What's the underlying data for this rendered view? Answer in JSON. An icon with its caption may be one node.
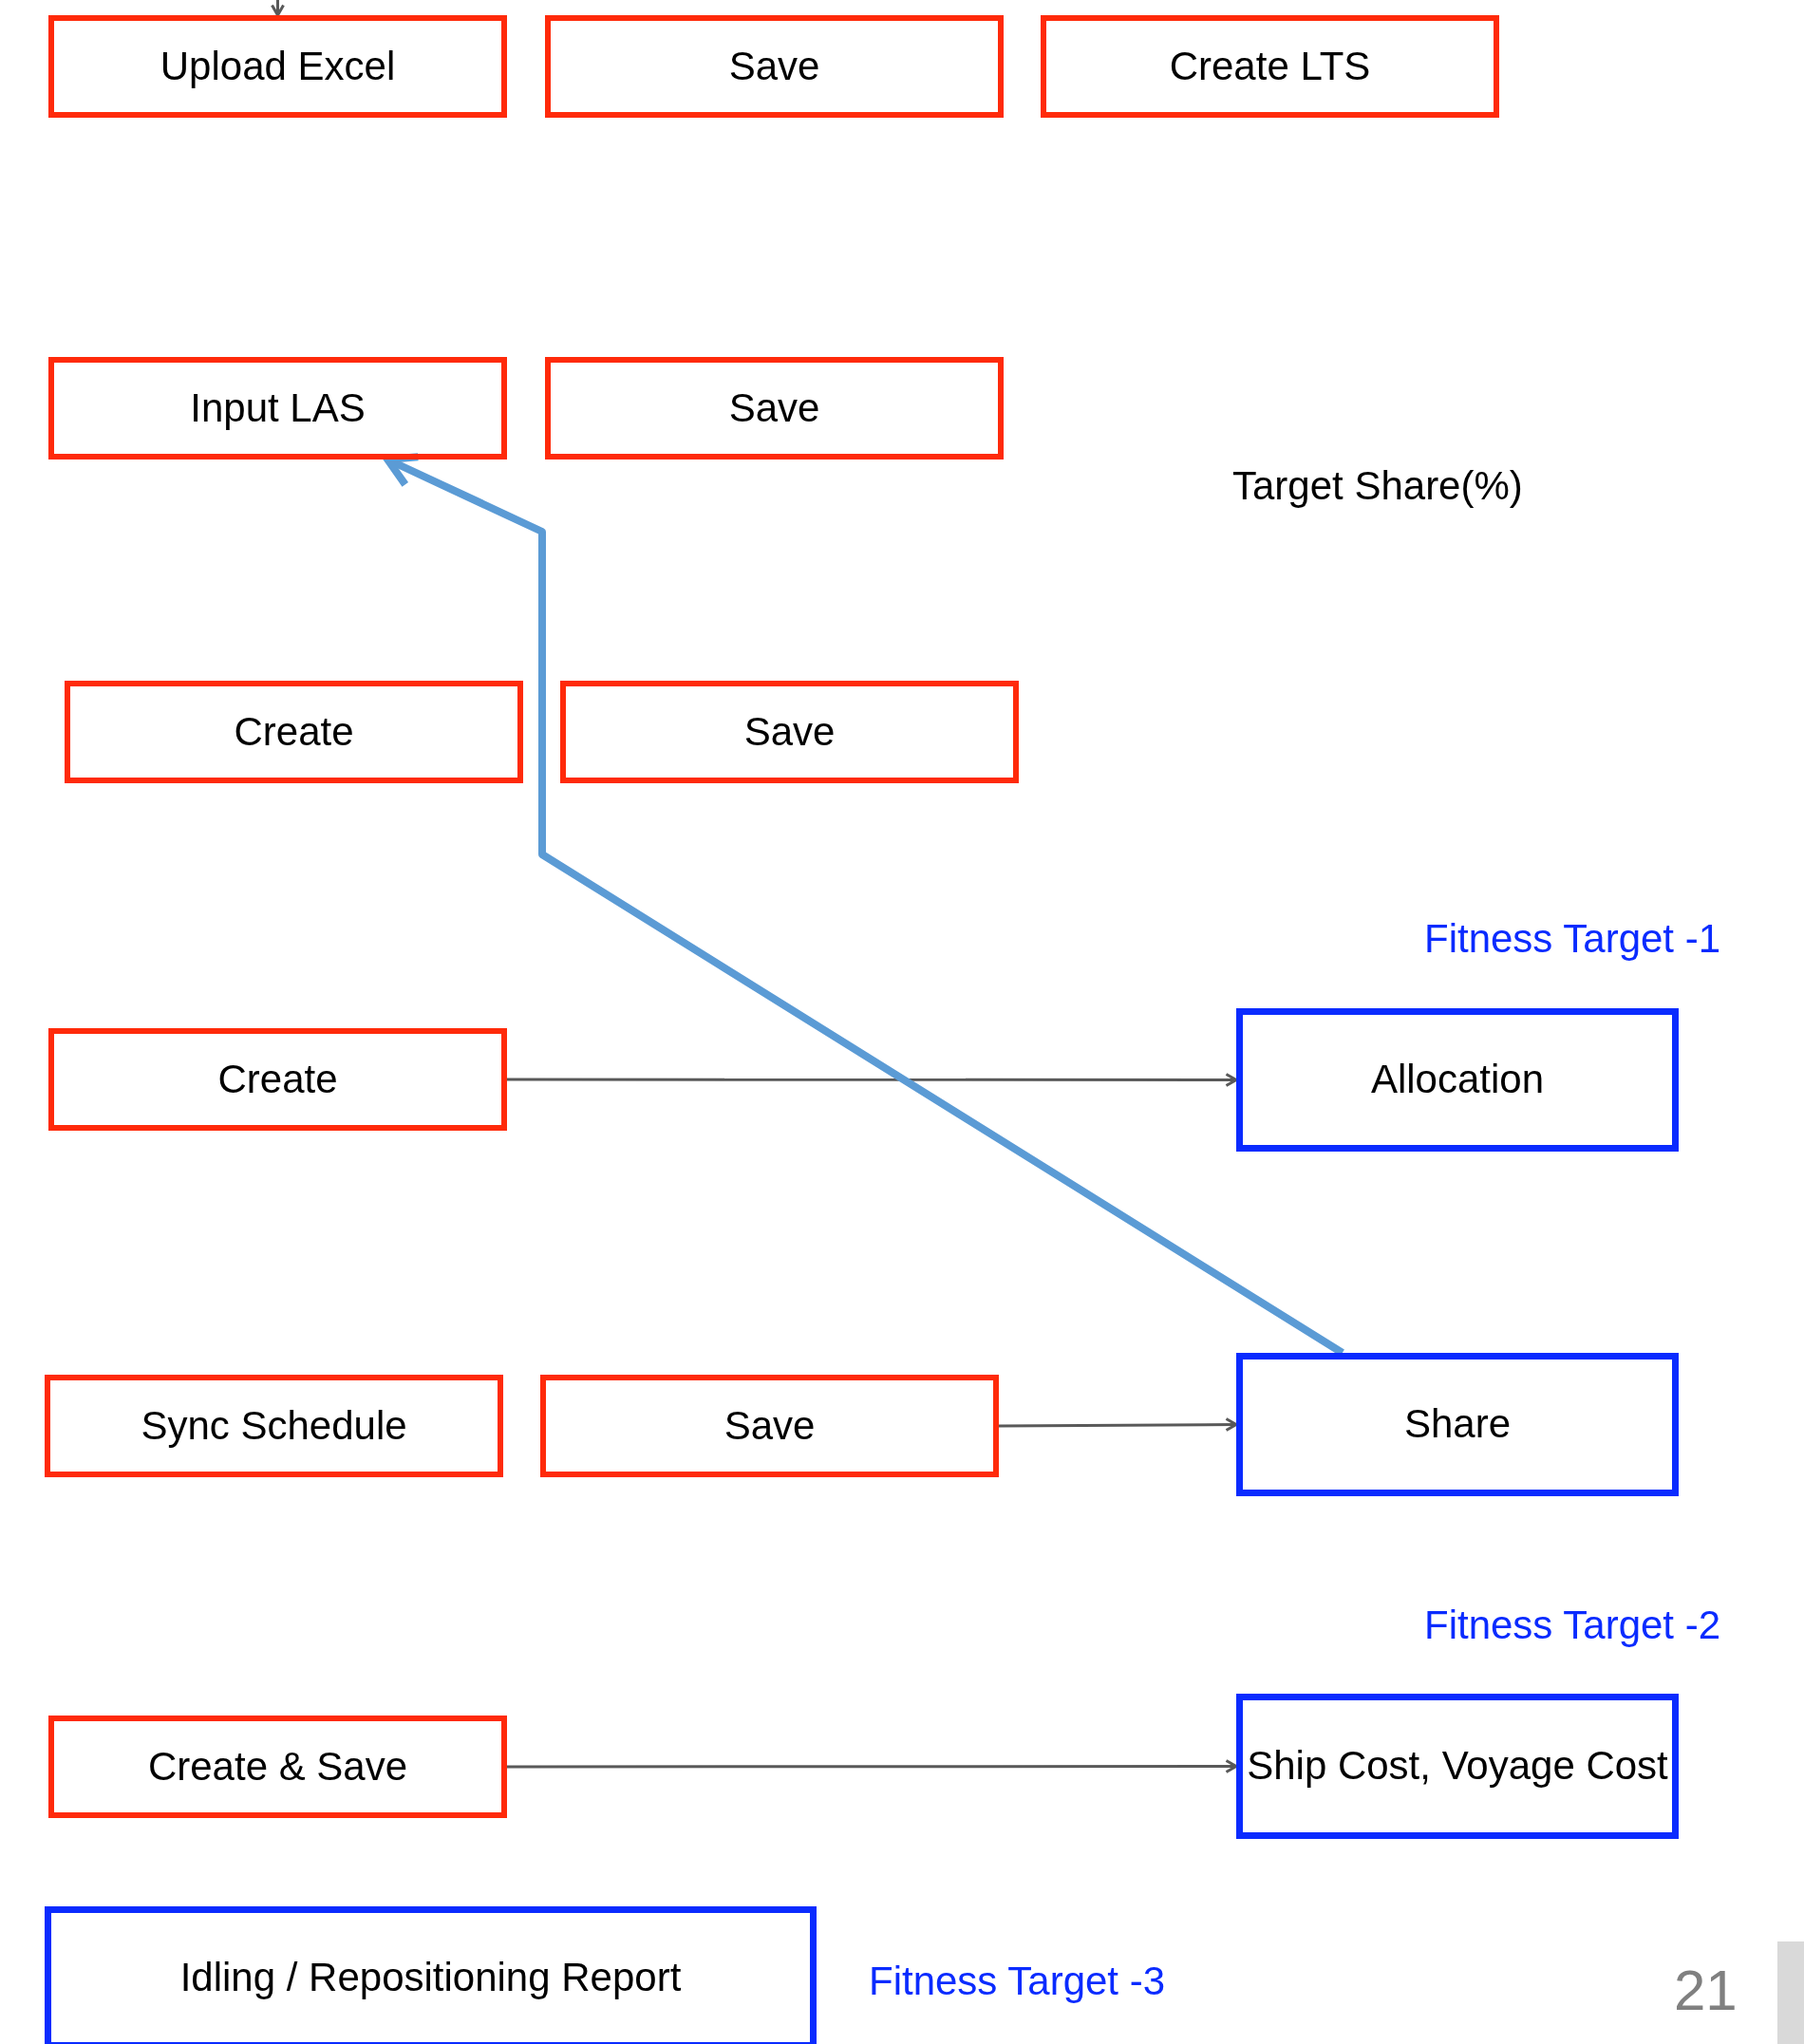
{
  "diagram": {
    "nodes": [
      {
        "text": [
          "Upload Excel"
        ]
      },
      {
        "text": [
          "Save"
        ]
      },
      {
        "text": [
          "Create LTS"
        ]
      },
      {
        "text": [
          "Input LAS"
        ]
      },
      {
        "text": [
          "Save"
        ]
      },
      {
        "text": [
          "Create"
        ]
      },
      {
        "text": [
          "Save"
        ]
      },
      {
        "text": [
          "Create"
        ]
      },
      {
        "text": [
          "Allocation"
        ]
      },
      {
        "text": [
          "Sync Schedule"
        ]
      },
      {
        "text": [
          "Save"
        ]
      },
      {
        "text": [
          "Share"
        ]
      },
      {
        "text": [
          "Create & Save"
        ]
      },
      {
        "text": [
          "Ship Cost, Voyage Cost"
        ]
      },
      {
        "text": [
          "Idling / Repositioning Report"
        ]
      },
      {
        "text": [],
        "shape": "bar"
      }
    ],
    "edges": [
      {
        "from": null,
        "to": 0,
        "arrow": "to"
      },
      {
        "from": 7,
        "to": 8,
        "arrow": "to"
      },
      {
        "from": 10,
        "to": 11,
        "arrow": "to"
      },
      {
        "from": 11,
        "to": 3,
        "arrow": "to",
        "style": "thick",
        "color": "#5b9bd5"
      },
      {
        "from": 12,
        "to": 13,
        "arrow": "to"
      }
    ],
    "labels": [
      "Target Share(%)",
      "Fitness Target -1",
      "Fitness Target -2",
      "Fitness Target -3",
      "21"
    ]
  }
}
